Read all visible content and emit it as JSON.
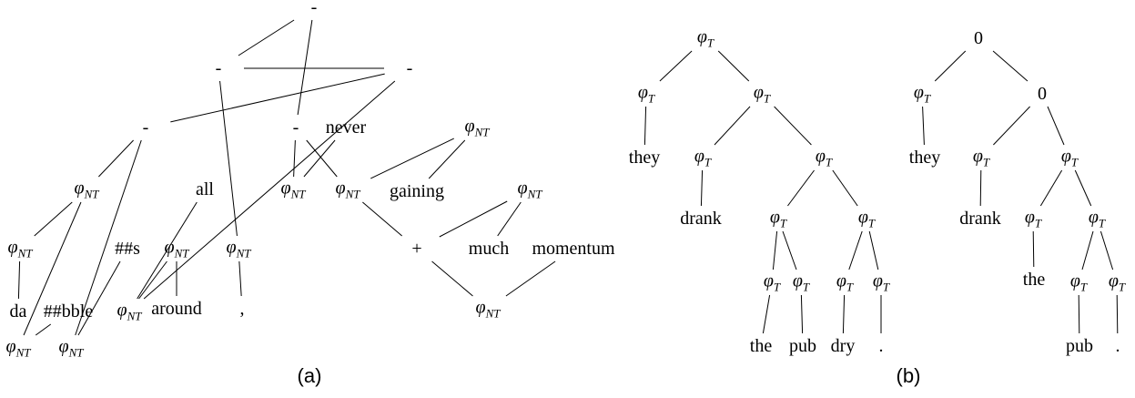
{
  "captions": [
    "(a)",
    "(b)"
  ],
  "trees": [
    {
      "root": {
        "label": "-",
        "children": [
          {
            "label": "-",
            "children": [
              {
                "label": "-",
                "children": [
                  {
                    "label": "-",
                    "children": [
                      {
                        "label": "φ_NT",
                        "children": [
                          {
                            "label": "φ_NT",
                            "children": [
                              {
                                "label": "da"
                              }
                            ]
                          },
                          {
                            "label": "φ_NT",
                            "children": [
                              {
                                "label": "##bble"
                              }
                            ]
                          }
                        ]
                      },
                      {
                        "label": "φ_NT",
                        "children": [
                          {
                            "label": "##s"
                          }
                        ]
                      }
                    ]
                  },
                  {
                    "label": "φ_NT",
                    "children": [
                      {
                        "label": "all"
                      },
                      {
                        "label": "φ_NT",
                        "children": [
                          {
                            "label": "around"
                          }
                        ]
                      }
                    ]
                  }
                ]
              },
              {
                "label": "φ_NT",
                "children": [
                  {
                    "label": ","
                  }
                ]
              }
            ]
          },
          {
            "label": "-",
            "children": [
              {
                "label": "φ_NT",
                "children": [
                  {
                    "label": "never"
                  }
                ]
              },
              {
                "label": "φ_NT",
                "children": [
                  {
                    "label": "φ_NT",
                    "children": [
                      {
                        "label": "gaining"
                      }
                    ]
                  },
                  {
                    "label": "+",
                    "children": [
                      {
                        "label": "φ_NT",
                        "children": [
                          {
                            "label": "much"
                          }
                        ]
                      },
                      {
                        "label": "φ_NT",
                        "children": [
                          {
                            "label": "momentum"
                          }
                        ]
                      }
                    ]
                  }
                ]
              }
            ]
          }
        ]
      }
    },
    {
      "root": {
        "label": "φ_T",
        "children": [
          {
            "label": "φ_T",
            "children": [
              {
                "label": "they"
              }
            ]
          },
          {
            "label": "φ_T",
            "children": [
              {
                "label": "φ_T",
                "children": [
                  {
                    "label": "drank"
                  }
                ]
              },
              {
                "label": "φ_T",
                "children": [
                  {
                    "label": "φ_T",
                    "children": [
                      {
                        "label": "φ_T",
                        "children": [
                          {
                            "label": "the"
                          }
                        ]
                      },
                      {
                        "label": "φ_T",
                        "children": [
                          {
                            "label": "pub"
                          }
                        ]
                      }
                    ]
                  },
                  {
                    "label": "φ_T",
                    "children": [
                      {
                        "label": "φ_T",
                        "children": [
                          {
                            "label": "dry"
                          }
                        ]
                      },
                      {
                        "label": "φ_T",
                        "children": [
                          {
                            "label": "."
                          }
                        ]
                      }
                    ]
                  }
                ]
              }
            ]
          }
        ]
      }
    },
    {
      "root": {
        "label": "0",
        "children": [
          {
            "label": "φ_T",
            "children": [
              {
                "label": "they"
              }
            ]
          },
          {
            "label": "0",
            "children": [
              {
                "label": "φ_T",
                "children": [
                  {
                    "label": "drank"
                  }
                ]
              },
              {
                "label": "φ_T",
                "children": [
                  {
                    "label": "φ_T",
                    "children": [
                      {
                        "label": "the"
                      }
                    ]
                  },
                  {
                    "label": "φ_T",
                    "children": [
                      {
                        "label": "φ_T",
                        "children": [
                          {
                            "label": "pub"
                          }
                        ]
                      },
                      {
                        "label": "φ_T",
                        "children": [
                          {
                            "label": "."
                          }
                        ]
                      }
                    ]
                  }
                ]
              }
            ]
          }
        ]
      }
    }
  ]
}
